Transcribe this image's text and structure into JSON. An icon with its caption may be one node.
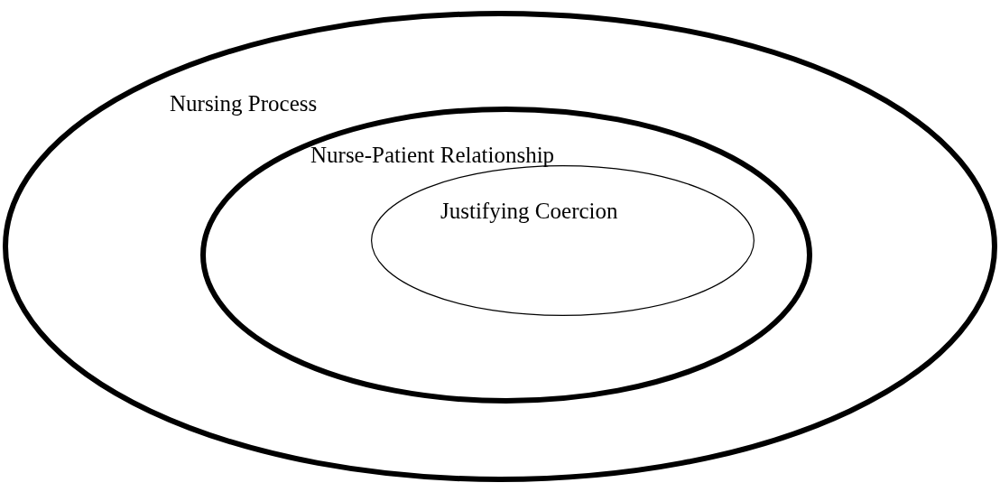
{
  "diagram": {
    "nodes": [
      {
        "text": [
          "Nursing Process"
        ]
      },
      {
        "text": [
          "Nurse-Patient Relationship"
        ],
        "in": 0
      },
      {
        "text": [
          "Justifying Coercion"
        ],
        "in": 1
      }
    ]
  }
}
